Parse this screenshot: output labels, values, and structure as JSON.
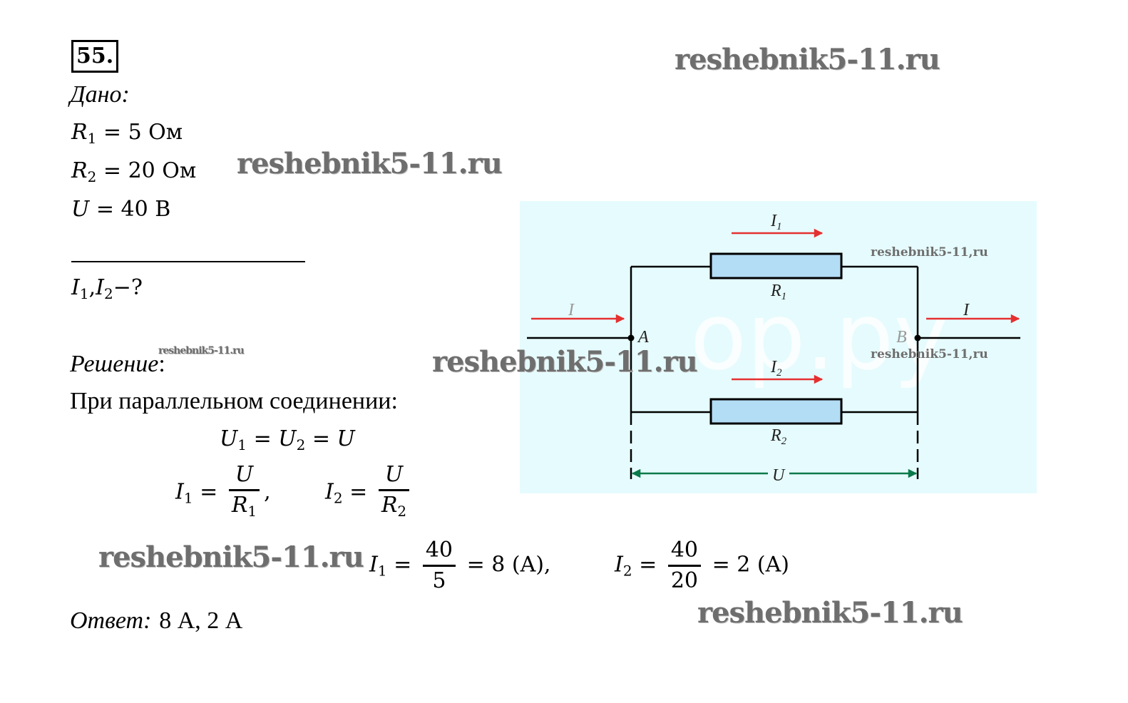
{
  "problem": {
    "number": "55."
  },
  "given": {
    "label": "Дано:",
    "items": [
      {
        "symbol": "R",
        "sub": "1",
        "eq": "=",
        "value": "5 Ом"
      },
      {
        "symbol": "R",
        "sub": "2",
        "eq": "=",
        "value": "20 Ом"
      },
      {
        "symbol": "U",
        "sub": "",
        "eq": "=",
        "value": "40 В"
      }
    ],
    "find": {
      "s1": "I",
      "sub1": "1",
      "sep": ",",
      "s2": "I",
      "sub2": "2",
      "tail": "−?"
    }
  },
  "solution": {
    "label": "Решение",
    "label_colon": ":",
    "intro": "При параллельном соединении:",
    "eq_voltage": {
      "a": "U",
      "a_sub": "1",
      "eq1": "=",
      "b": "U",
      "b_sub": "2",
      "eq2": "=",
      "c": "U"
    },
    "formula1": {
      "lhs": "I",
      "lhs_sub": "1",
      "eq": "=",
      "num": "U",
      "den": "R",
      "den_sub": "1",
      "trail": ","
    },
    "formula2": {
      "lhs": "I",
      "lhs_sub": "2",
      "eq": "=",
      "num": "U",
      "den": "R",
      "den_sub": "2"
    },
    "calc1": {
      "lhs": "I",
      "lhs_sub": "1",
      "eq": "=",
      "num": "40",
      "den": "5",
      "result": "= 8 (A),"
    },
    "calc2": {
      "lhs": "I",
      "lhs_sub": "2",
      "eq": "=",
      "num": "40",
      "den": "20",
      "result": "= 2 (A)"
    }
  },
  "answer": {
    "label": "Ответ:",
    "value": "8 А, 2 А"
  },
  "watermarks": {
    "text": "reshebnik5-11.ru",
    "text_small_alt": "reshebnik5-11,ru"
  },
  "diagram": {
    "background": "#e6fbfd",
    "resistor_fill": "#b3dcf5",
    "current_color": "#e53030",
    "voltage_color": "#0a7a4a",
    "labels": {
      "I1": "I",
      "I1_sub": "1",
      "I2": "I",
      "I2_sub": "2",
      "I_in": "I",
      "I_out": "I",
      "R1": "R",
      "R1_sub": "1",
      "R2": "R",
      "R2_sub": "2",
      "A": "A",
      "B": "B",
      "U": "U"
    },
    "faint_watermark": "ор.ру"
  }
}
